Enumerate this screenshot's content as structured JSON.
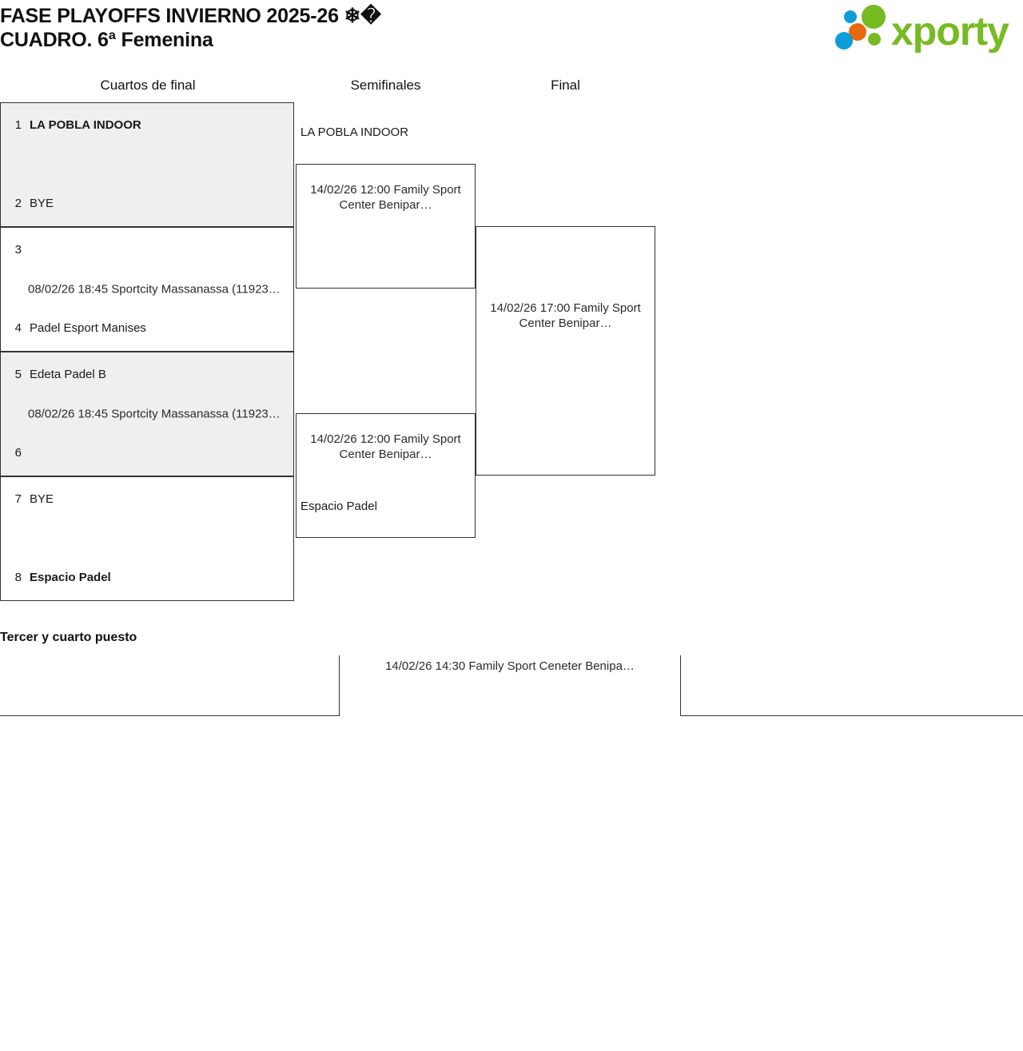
{
  "header": {
    "title": "FASE PLAYOFFS INVIERNO 2025-26 ❄�\nCUADRO. 6ª Femenina",
    "logo_text": "xporty",
    "logo_colors": {
      "green": "#76bc21",
      "orange": "#e8690b",
      "blue": "#0d9ddb"
    }
  },
  "rounds": {
    "quarterfinals_label": "Cuartos de final",
    "semifinals_label": "Semifinales",
    "final_label": "Final"
  },
  "quarterfinals": [
    {
      "id": "qf1",
      "shaded": true,
      "top": {
        "seed": "1",
        "team": "LA POBLA INDOOR",
        "winner": true
      },
      "bottom": {
        "seed": "2",
        "team": "BYE",
        "winner": false
      },
      "match_info": ""
    },
    {
      "id": "qf2",
      "shaded": false,
      "top": {
        "seed": "3",
        "team": "",
        "winner": false
      },
      "bottom": {
        "seed": "4",
        "team": "Padel Esport Manises",
        "winner": false
      },
      "match_info": "08/02/26 18:45 Sportcity Massanassa (11923…"
    },
    {
      "id": "qf3",
      "shaded": true,
      "top": {
        "seed": "5",
        "team": "Edeta Padel B",
        "winner": false
      },
      "bottom": {
        "seed": "6",
        "team": "",
        "winner": false
      },
      "match_info": "08/02/26 18:45 Sportcity Massanassa (11923…"
    },
    {
      "id": "qf4",
      "shaded": false,
      "top": {
        "seed": "7",
        "team": "BYE",
        "winner": false
      },
      "bottom": {
        "seed": "8",
        "team": "Espacio Padel",
        "winner": true
      },
      "match_info": ""
    }
  ],
  "semifinals": [
    {
      "id": "sf1",
      "advancer": "LA POBLA INDOOR",
      "match_info": "14/02/26 12:00 Family Sport Center Benipar…"
    },
    {
      "id": "sf2",
      "advancer": "Espacio Padel",
      "match_info": "14/02/26 12:00 Family Sport Center Benipar…"
    }
  ],
  "final": {
    "id": "final",
    "match_info": "14/02/26 17:00 Family Sport Center Benipar…"
  },
  "third_place": {
    "title": "Tercer y cuarto puesto",
    "match_info": "14/02/26 14:30 Family Sport Ceneter Benipa…"
  }
}
